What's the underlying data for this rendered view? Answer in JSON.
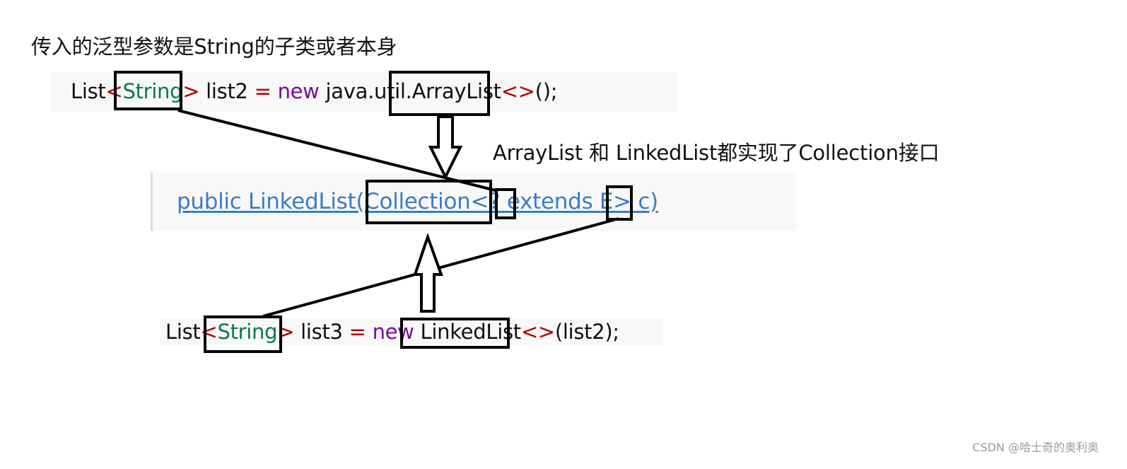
{
  "heading": "传入的泛型参数是String的子类或者本身",
  "code1": {
    "t1": "List",
    "t2": "<",
    "t3": "String",
    "t4": ">",
    "t5": " list2 ",
    "t6": "=",
    "t7": " ",
    "t8": "new",
    "t9": " java.util.",
    "t10": "ArrayList",
    "t11": "<>",
    "t12": "();"
  },
  "ctor": {
    "line": "public LinkedList(Collection<? extends E> c)"
  },
  "note": "ArrayList 和 LinkedList都实现了Collection接口",
  "code2": {
    "t1": "List",
    "t2": "<",
    "t3": "String",
    "t4": ">",
    "t5": " list3 ",
    "t6": "=",
    "t7": " ",
    "t8": "new",
    "t9": " ",
    "t10": "LinkedList",
    "t11": "<>",
    "t12": "(list2);"
  },
  "watermark": "CSDN @哈士奇的奥利奥",
  "colors": {
    "type": "#0a7a4a",
    "angle": "#b00000",
    "keyword": "#7a0aa0",
    "link": "#3a7dc2",
    "annotation": "#000000"
  }
}
